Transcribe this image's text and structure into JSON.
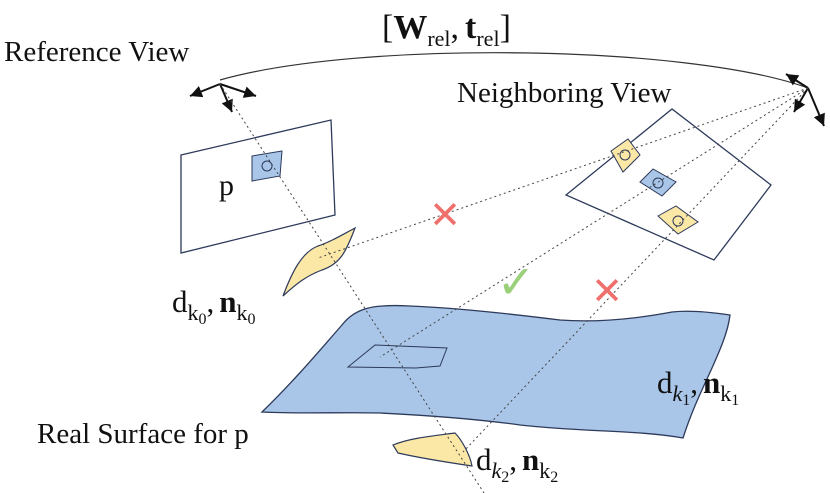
{
  "labels": {
    "top_left": "[",
    "top_w": "W",
    "top_w_sub": "rel",
    "top_comma": ",",
    "top_t": "t",
    "top_t_sub": "rel",
    "top_right": "]",
    "reference_view": "Reference View",
    "neighboring_view": "Neighboring View",
    "pixel": "p",
    "real_surface": "Real Surface for p",
    "k0_d": "d",
    "k0_d_sub": "k",
    "k0_d_subsub": "0",
    "k0_comma": ",",
    "k0_n": "n",
    "k0_n_sub": "k",
    "k0_n_subsub": "0",
    "k1_d": "d",
    "k1_d_sub": "k",
    "k1_d_subsub": "1",
    "k1_comma": ",",
    "k1_n": "n",
    "k1_n_sub": "k",
    "k1_n_subsub": "1",
    "k2_d": "d",
    "k2_d_sub": "k",
    "k2_d_subsub": "2",
    "k2_comma": ",",
    "k2_n": "n",
    "k2_n_sub": "k",
    "k2_n_subsub": "2"
  },
  "marks": {
    "check": "✓",
    "cross": "✕"
  },
  "colors": {
    "line": "#2d3a5a",
    "blue_fill": "#a9c6e8",
    "yellow_fill": "#fbe7a6",
    "cross": "#ef6f6c",
    "check": "#9bd07a"
  }
}
